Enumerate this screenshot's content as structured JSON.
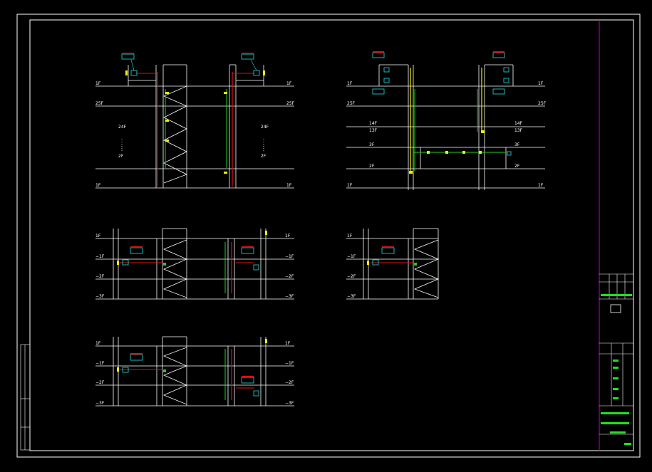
{
  "drawing": {
    "colors": {
      "background": "#000000",
      "frame": "#ffffff",
      "floor_line": "#ffffff",
      "red_pipe": "#e01010",
      "green_pipe": "#20d020",
      "cyan_device": "#20e0e0",
      "yellow_mark": "#f0f000",
      "magenta_border": "#c000c0",
      "title_green": "#20e020"
    },
    "icons": [
      "detector-icon",
      "alarm-icon",
      "valve-icon"
    ]
  },
  "sections": {
    "s1": {
      "floors_left": [
        "1F",
        "25F",
        "2F",
        "1F"
      ],
      "floors_right": [
        "1F",
        "25F",
        "2F",
        "1F"
      ],
      "mid_left": "24F",
      "mid_right": "24F",
      "dots": "⋮"
    },
    "s2": {
      "floors_left": [
        "1F",
        "25F",
        "14F",
        "13F",
        "3F",
        "2F",
        "1F"
      ],
      "floors_right": [
        "1F",
        "25F",
        "14F",
        "13F",
        "3F",
        "2F",
        "1F"
      ]
    },
    "s3": {
      "floors_left": [
        "1F",
        "−1F",
        "−2F",
        "−3F"
      ],
      "floors_right": [
        "1F",
        "−1F",
        "−2F",
        "−3F"
      ]
    },
    "s4": {
      "floors_left": [
        "1F",
        "−1F",
        "−2F",
        "−3F"
      ]
    },
    "s5": {
      "floors_left": [
        "1F",
        "−1F",
        "−2F",
        "−3F"
      ],
      "floors_right": [
        "1F",
        "−1F",
        "−2F",
        "−3F"
      ]
    }
  }
}
